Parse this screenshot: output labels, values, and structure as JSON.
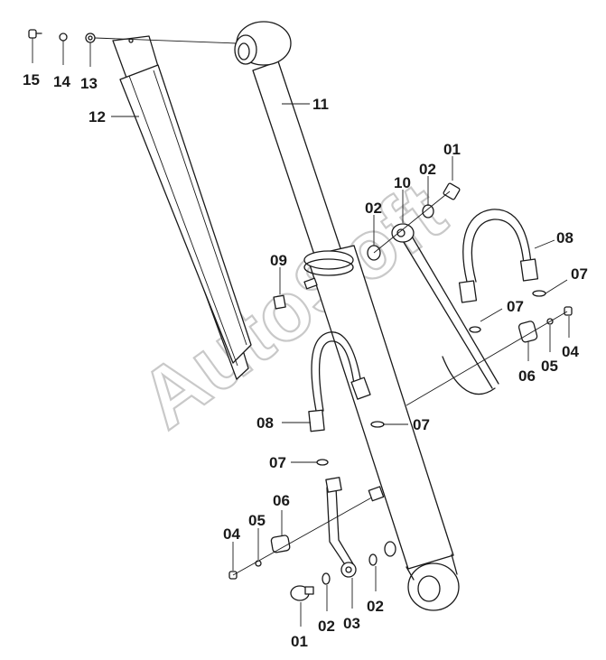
{
  "watermark": "AutoSoft",
  "callouts": {
    "c15": "15",
    "c14": "14",
    "c13": "13",
    "c12": "12",
    "c11": "11",
    "c10": "10",
    "c09": "09",
    "c08a": "08",
    "c08b": "08",
    "c07a": "07",
    "c07b": "07",
    "c07c": "07",
    "c07d": "07",
    "c06a": "06",
    "c06b": "06",
    "c05a": "05",
    "c05b": "05",
    "c04a": "04",
    "c04b": "04",
    "c03": "03",
    "c02a": "02",
    "c02b": "02",
    "c02c": "02",
    "c02d": "02",
    "c01a": "01",
    "c01b": "01"
  }
}
